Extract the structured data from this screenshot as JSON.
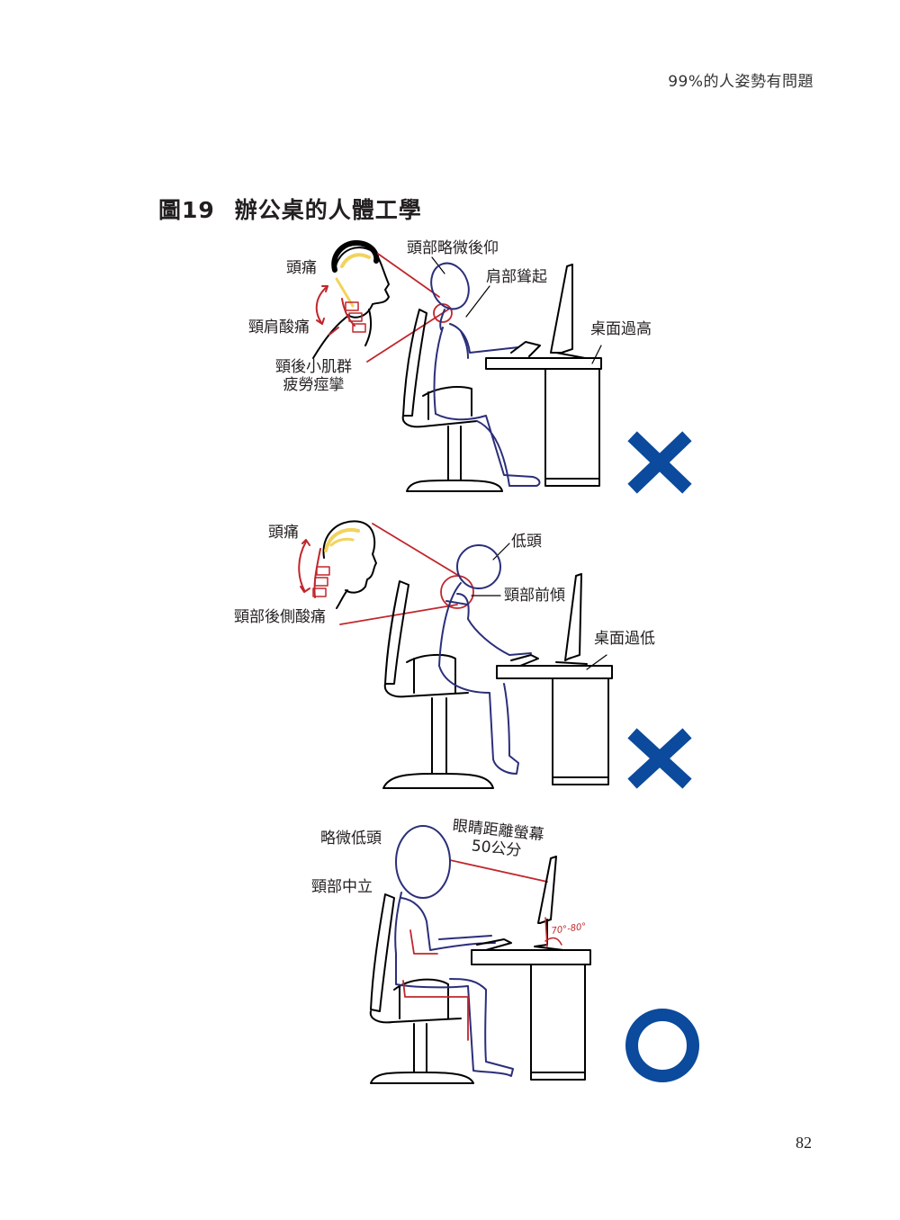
{
  "header": {
    "book_title": "99%的人姿勢有問題"
  },
  "figure": {
    "number": "圖19",
    "title": "辦公桌的人體工學"
  },
  "panels": [
    {
      "id": "desk-too-high",
      "verdict": "wrong",
      "labels": {
        "headache": "頭痛",
        "neck_shoulder_pain": "頸肩酸痛",
        "suboccipital_line1": "頸後小肌群",
        "suboccipital_line2": "疲勞痙攣",
        "head_tilted_back": "頭部略微後仰",
        "shoulders_raised": "肩部聳起",
        "desk_too_high": "桌面過高"
      }
    },
    {
      "id": "desk-too-low",
      "verdict": "wrong",
      "labels": {
        "headache": "頭痛",
        "back_neck_pain": "頸部後側酸痛",
        "head_down": "低頭",
        "neck_forward": "頸部前傾",
        "desk_too_low": "桌面過低"
      }
    },
    {
      "id": "correct-posture",
      "verdict": "correct",
      "labels": {
        "slight_head_down": "略微低頭",
        "neck_neutral": "頸部中立",
        "eye_distance_line1": "眼睛距離螢幕",
        "eye_distance_line2": "50公分",
        "screen_angle": "70°-80°"
      }
    }
  ],
  "colors": {
    "figure_stroke": "#2b2f7a",
    "annotation_red": "#c0272d",
    "mark_blue": "#0b4a9c",
    "hair_yellow": "#f2d35c"
  },
  "page_number": "82"
}
